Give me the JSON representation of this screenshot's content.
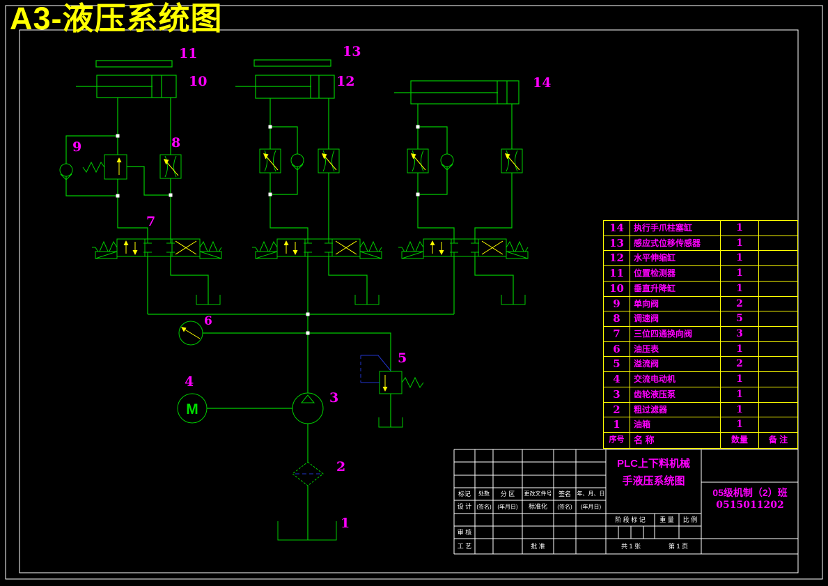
{
  "sheet_title": "A3-液压系统图",
  "motor_letter": "M",
  "colors": {
    "schematic_line": "#00cc00",
    "symbol_highlight": "#ffff00",
    "label": "#ff00ff",
    "frame": "#ffffff",
    "pilot_line": "#2233cc",
    "background": "#000000"
  },
  "component_labels": {
    "n1": "1",
    "n2": "2",
    "n3": "3",
    "n4": "4",
    "n5": "5",
    "n6": "6",
    "n7": "7",
    "n8": "8",
    "n9": "9",
    "n10": "10",
    "n11": "11",
    "n12": "12",
    "n13": "13",
    "n14": "14"
  },
  "parts_table": {
    "header": {
      "no": "序号",
      "name": "名  称",
      "qty": "数量",
      "remark": "备 注"
    },
    "rows": [
      {
        "no": "14",
        "name": "执行手爪柱塞缸",
        "qty": "1",
        "remark": ""
      },
      {
        "no": "13",
        "name": "感应式位移传感器",
        "qty": "1",
        "remark": ""
      },
      {
        "no": "12",
        "name": "水平伸缩缸",
        "qty": "1",
        "remark": ""
      },
      {
        "no": "11",
        "name": "位置检测器",
        "qty": "1",
        "remark": ""
      },
      {
        "no": "10",
        "name": "垂直升降缸",
        "qty": "1",
        "remark": ""
      },
      {
        "no": "9",
        "name": "单向阀",
        "qty": "2",
        "remark": ""
      },
      {
        "no": "8",
        "name": "调速阀",
        "qty": "5",
        "remark": ""
      },
      {
        "no": "7",
        "name": "三位四通换向阀",
        "qty": "3",
        "remark": ""
      },
      {
        "no": "6",
        "name": "油压表",
        "qty": "1",
        "remark": ""
      },
      {
        "no": "5",
        "name": "溢流阀",
        "qty": "2",
        "remark": ""
      },
      {
        "no": "4",
        "name": "交流电动机",
        "qty": "1",
        "remark": ""
      },
      {
        "no": "3",
        "name": "齿轮液压泵",
        "qty": "1",
        "remark": ""
      },
      {
        "no": "2",
        "name": "粗过滤器",
        "qty": "1",
        "remark": ""
      },
      {
        "no": "1",
        "name": "油箱",
        "qty": "1",
        "remark": ""
      }
    ]
  },
  "title_block": {
    "mark": "标记",
    "count": "处数",
    "zone": "分 区",
    "change_doc": "更改文件号",
    "sign": "签名",
    "date": "年、月、日",
    "design": "设 计",
    "sign2": "(签名)",
    "date2": "(年月日)",
    "standardization": "标准化",
    "sign3": "(签名)",
    "date3": "(年月日)",
    "review": "审 核",
    "craft": "工 艺",
    "approve": "批 准",
    "stage_mark": "阶 段 标 记",
    "weight": "重 量",
    "scale": "比 例",
    "sheets": "共 1 张",
    "page": "第 1 页",
    "drawing_title_1": "PLC上下料机械",
    "drawing_title_2": "手液压系统图",
    "class_1": "05级机制（2）班",
    "class_2": "0515011202"
  }
}
